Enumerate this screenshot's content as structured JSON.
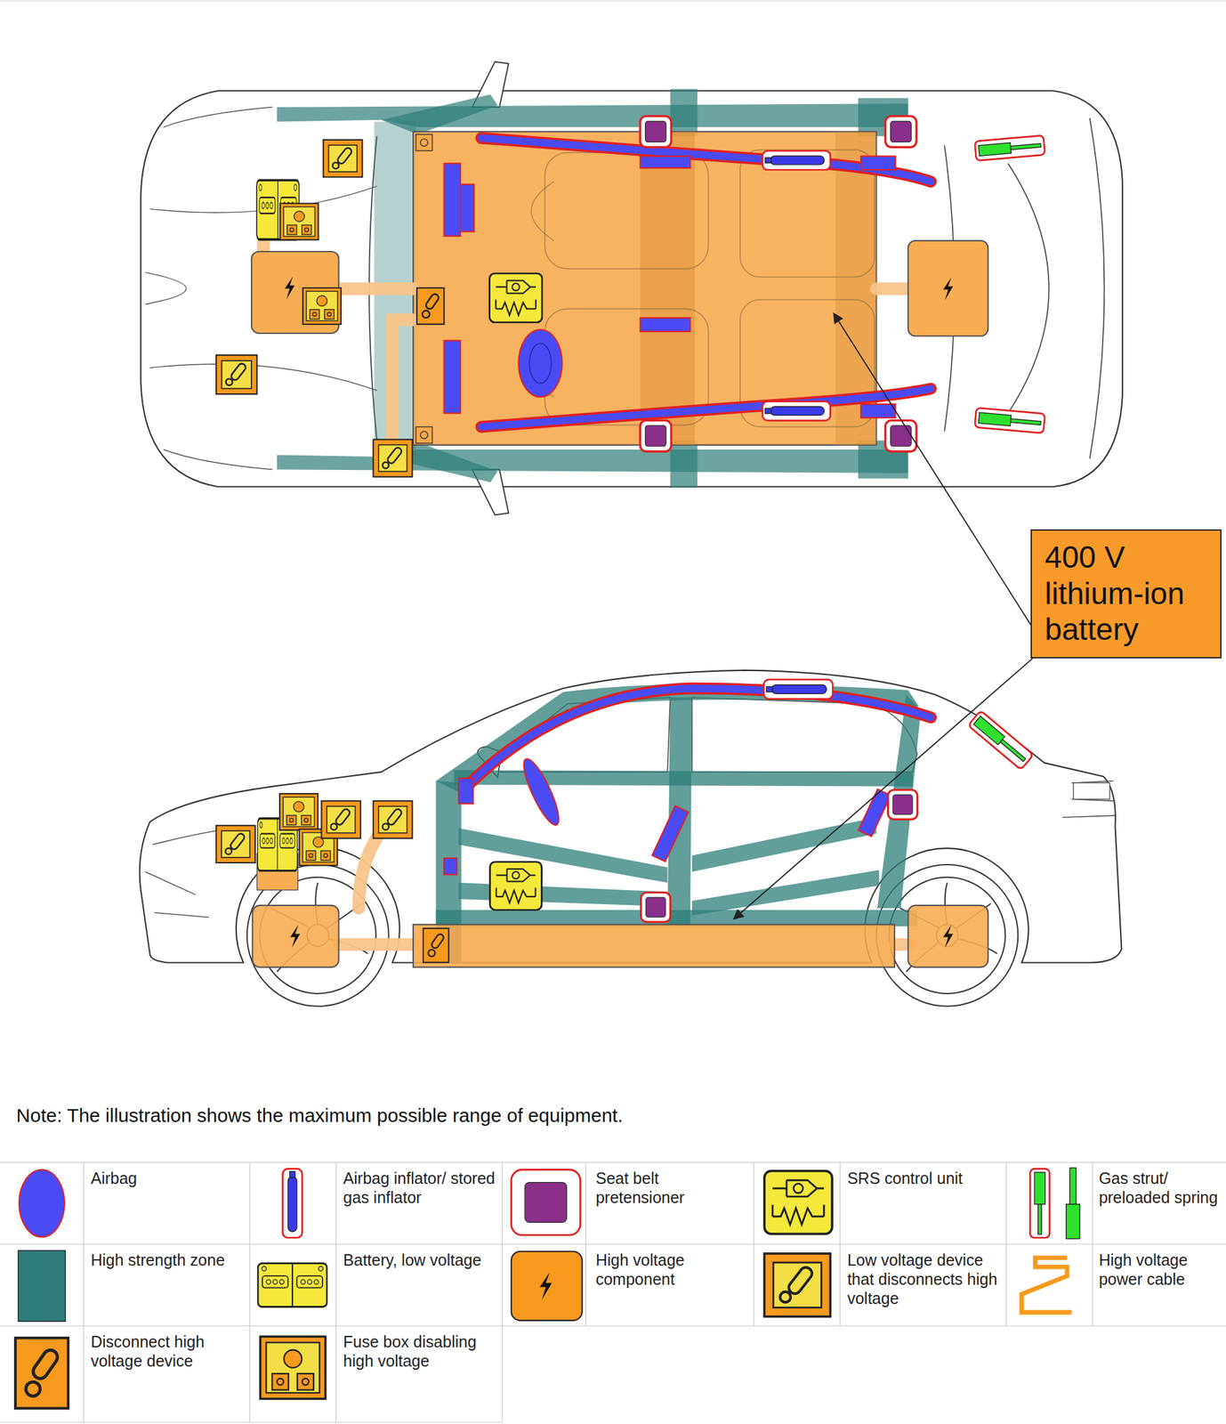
{
  "diagram": {
    "nodes": [
      {
        "text": [
          "400 V lithium-ion battery"
        ]
      }
    ],
    "labels": [
      "Note: The illustration shows the maximum possible range of equipment."
    ],
    "legend": [
      {
        "text": "Airbag",
        "color": "#4b4bf5"
      },
      {
        "text": "Airbag inflator/ stored gas inflator"
      },
      {
        "text": "Seat belt pretensioner",
        "color": "#8a2f8a"
      },
      {
        "text": "SRS control unit"
      },
      {
        "text": "Gas strut/ preloaded spring"
      },
      {
        "text": "High strength zone",
        "color": "#2e7d78"
      },
      {
        "text": "Battery, low voltage"
      },
      {
        "text": "High voltage component"
      },
      {
        "text": "Low voltage device that disconnects high voltage"
      },
      {
        "text": "High voltage power cable"
      },
      {
        "text": "Disconnect high voltage device"
      },
      {
        "text": "Fuse box disabling high voltage"
      }
    ]
  }
}
